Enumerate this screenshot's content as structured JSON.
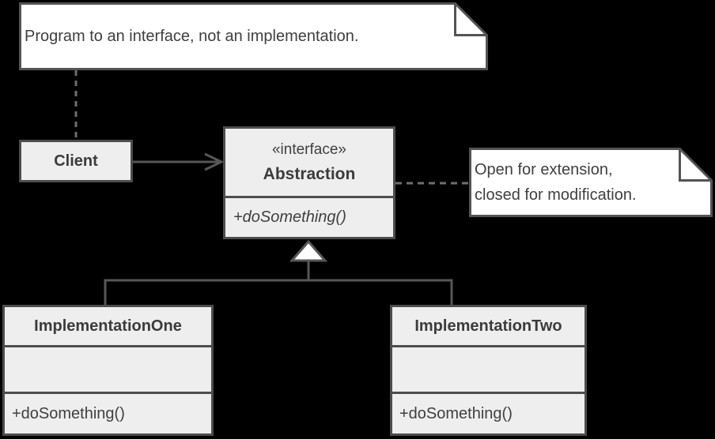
{
  "notes": {
    "top": {
      "text": "Program to an interface, not an implementation."
    },
    "right": {
      "line1": "Open for extension,",
      "line2": "closed for modification."
    }
  },
  "classes": {
    "client": {
      "name": "Client"
    },
    "abstraction": {
      "stereotype": "«interface»",
      "name": "Abstraction",
      "method": "+doSomething()"
    },
    "implementation_one": {
      "name": "ImplementationOne",
      "method": "+doSomething()"
    },
    "implementation_two": {
      "name": "ImplementationTwo",
      "method": "+doSomething()"
    }
  },
  "icons": {
    "generalization": "hollow-triangle-arrow",
    "association": "open-arrow",
    "note_fold": "folded-corner"
  },
  "colors": {
    "background": "#000000",
    "class_fill": "#eeeeee",
    "class_border": "#4d4d4d",
    "note_fill": "#ffffff",
    "note_border": "#545454",
    "text": "#3f3f3f",
    "connector": "#565656",
    "dashed_connector": "#6e6e6e"
  }
}
